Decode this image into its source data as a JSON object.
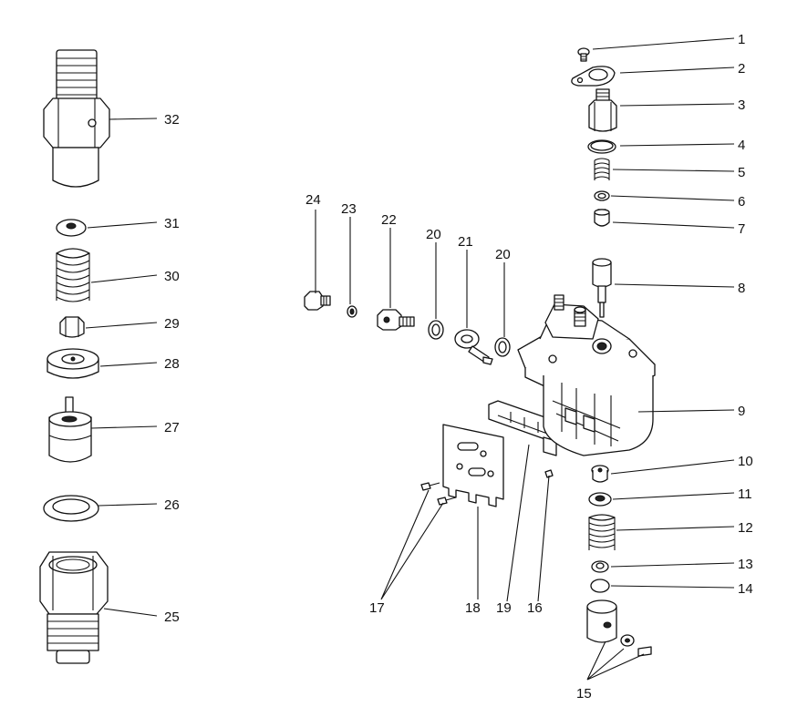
{
  "labels": {
    "l1": "1",
    "l2": "2",
    "l3": "3",
    "l4": "4",
    "l5": "5",
    "l6": "6",
    "l7": "7",
    "l8": "8",
    "l9": "9",
    "l10": "10",
    "l11": "11",
    "l12": "12",
    "l13": "13",
    "l14": "14",
    "l15": "15",
    "l16": "16",
    "l17": "17",
    "l18": "18",
    "l19": "19",
    "l20a": "20",
    "l20b": "20",
    "l21": "21",
    "l22": "22",
    "l23": "23",
    "l24": "24",
    "l25": "25",
    "l26": "26",
    "l27": "27",
    "l28": "28",
    "l29": "29",
    "l30": "30",
    "l31": "31",
    "l32": "32"
  },
  "colors": {
    "line": "#111111",
    "background": "#ffffff"
  }
}
